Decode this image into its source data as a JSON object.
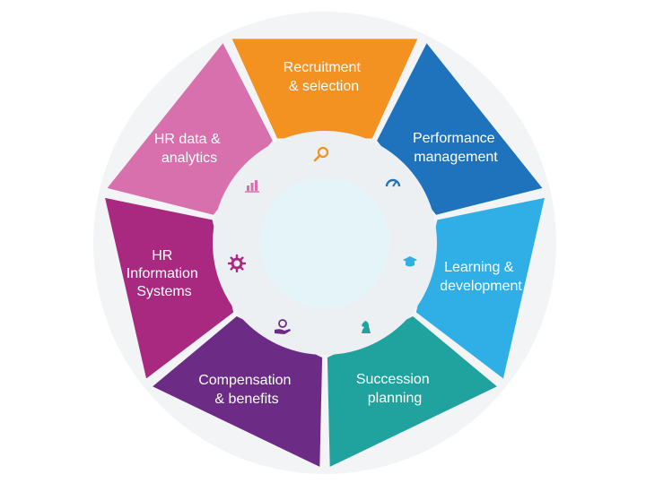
{
  "segments": [
    {
      "id": "recruitment",
      "lines": [
        "Recruitment",
        "& selection"
      ],
      "color": "#F39221",
      "icon": "magnifier-icon"
    },
    {
      "id": "performance",
      "lines": [
        "Performance",
        "management"
      ],
      "color": "#1F73BC",
      "icon": "speedometer-icon"
    },
    {
      "id": "learning",
      "lines": [
        "Learning &",
        "development"
      ],
      "color": "#2FAFE6",
      "icon": "graduation-cap-icon"
    },
    {
      "id": "succession",
      "lines": [
        "Succession",
        "planning"
      ],
      "color": "#20A39E",
      "icon": "chess-knight-icon"
    },
    {
      "id": "compensation",
      "lines": [
        "Compensation",
        "& benefits"
      ],
      "color": "#6C2C86",
      "icon": "money-hand-icon"
    },
    {
      "id": "hris",
      "lines": [
        "HR",
        "Information",
        "Systems"
      ],
      "color": "#A8297F",
      "icon": "gear-icon"
    },
    {
      "id": "hr-data",
      "lines": [
        "HR data &",
        "analytics"
      ],
      "color": "#D770AC",
      "icon": "bar-chart-icon"
    }
  ],
  "center_color": "#E5F4F8",
  "ring_color": "#ECF0F2"
}
